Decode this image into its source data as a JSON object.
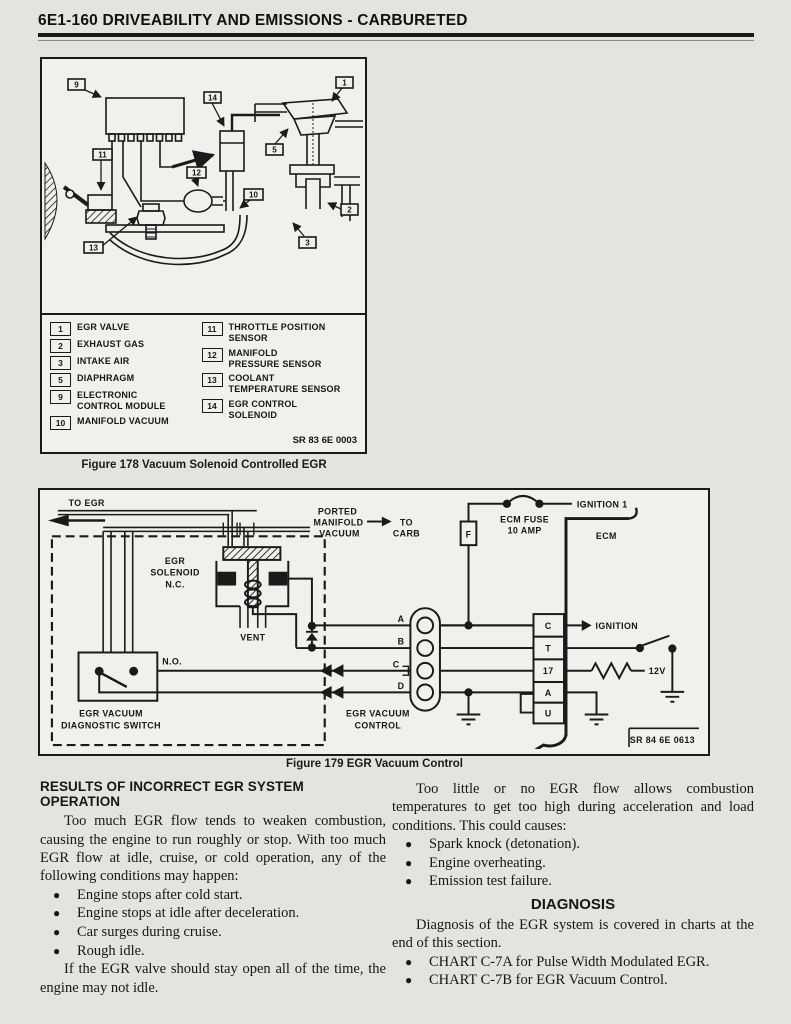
{
  "header": {
    "title": "6E1-160  DRIVEABILITY AND EMISSIONS - CARBURETED"
  },
  "figure178": {
    "callouts": {
      "n1": "1",
      "n2": "2",
      "n3": "3",
      "n5": "5",
      "n9": "9",
      "n10": "10",
      "n11": "11",
      "n12": "12",
      "n13": "13",
      "n14": "14"
    },
    "legend_left": [
      {
        "num": "1",
        "label": "EGR VALVE"
      },
      {
        "num": "2",
        "label": "EXHAUST GAS"
      },
      {
        "num": "3",
        "label": "INTAKE AIR"
      },
      {
        "num": "5",
        "label": "DIAPHRAGM"
      },
      {
        "num": "9",
        "label": "ELECTRONIC CONTROL MODULE"
      },
      {
        "num": "10",
        "label": "MANIFOLD VACUUM"
      }
    ],
    "legend_right": [
      {
        "num": "11",
        "label": "THROTTLE POSITION SENSOR"
      },
      {
        "num": "12",
        "label": "MANIFOLD PRESSURE SENSOR"
      },
      {
        "num": "13",
        "label": "COOLANT TEMPERATURE SENSOR"
      },
      {
        "num": "14",
        "label": "EGR CONTROL SOLENOID"
      }
    ],
    "ref": "SR 83 6E 0003",
    "caption": "Figure 178 Vacuum Solenoid Controlled EGR"
  },
  "figure179": {
    "labels": {
      "to_egr": "TO EGR",
      "ported": "PORTED",
      "manifold": "MANIFOLD",
      "vacuum": "VACUUM",
      "to": "TO",
      "carb": "CARB",
      "fuse_f": "F",
      "ecm_fuse": "ECM FUSE",
      "ten_amp": "10 AMP",
      "ignition1": "IGNITION 1",
      "ecm": "ECM",
      "egr": "EGR",
      "solenoid": "SOLENOID",
      "nc": "N.C.",
      "vent": "VENT",
      "no": "N.O.",
      "sw_line1": "EGR VACUUM",
      "sw_line2": "DIAGNOSTIC SWITCH",
      "ctl_line1": "EGR VACUUM",
      "ctl_line2": "CONTROL",
      "conn_a": "A",
      "conn_b": "B",
      "conn_c": "C",
      "conn_d": "D",
      "term_c": "C",
      "term_t": "T",
      "term_17": "17",
      "term_a": "A",
      "term_u": "U",
      "ignition": "IGNITION",
      "v12": "12V",
      "ref": "SR 84 6E 0613"
    },
    "caption": "Figure 179 EGR Vacuum Control"
  },
  "sections": {
    "left": {
      "heading": "RESULTS OF INCORRECT EGR SYSTEM OPERATION",
      "para1": "Too much EGR flow tends to weaken combustion, causing the engine to run roughly or stop. With too much EGR flow at idle, cruise, or cold operation, any of the following conditions may happen:",
      "bullets": [
        "Engine stops after cold start.",
        "Engine stops at idle after deceleration.",
        "Car surges during cruise.",
        "Rough idle."
      ],
      "para2": "If the EGR valve should stay open all of the time, the engine may not idle."
    },
    "right": {
      "para1": "Too little or no EGR flow allows combustion temperatures to get too high during acceleration and load conditions. This could causes:",
      "bullets": [
        "Spark knock (detonation).",
        "Engine overheating.",
        "Emission test failure."
      ],
      "heading": "DIAGNOSIS",
      "para2": "Diagnosis of the EGR system is covered in charts at the end of this section.",
      "bullets2": [
        "CHART C-7A for Pulse Width Modulated EGR.",
        "CHART C-7B for EGR Vacuum Control."
      ]
    }
  }
}
